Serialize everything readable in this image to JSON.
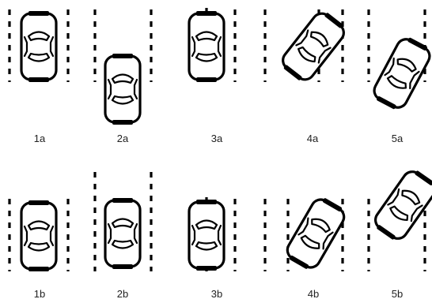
{
  "panels": [
    {
      "id": "1a",
      "label": "1a"
    },
    {
      "id": "2a",
      "label": "2a"
    },
    {
      "id": "3a",
      "label": "3a"
    },
    {
      "id": "4a",
      "label": "4a"
    },
    {
      "id": "5a",
      "label": "5a"
    },
    {
      "id": "1b",
      "label": "1b"
    },
    {
      "id": "2b",
      "label": "2b"
    },
    {
      "id": "3b",
      "label": "3b"
    },
    {
      "id": "4b",
      "label": "4b"
    },
    {
      "id": "5b",
      "label": "5b"
    }
  ]
}
